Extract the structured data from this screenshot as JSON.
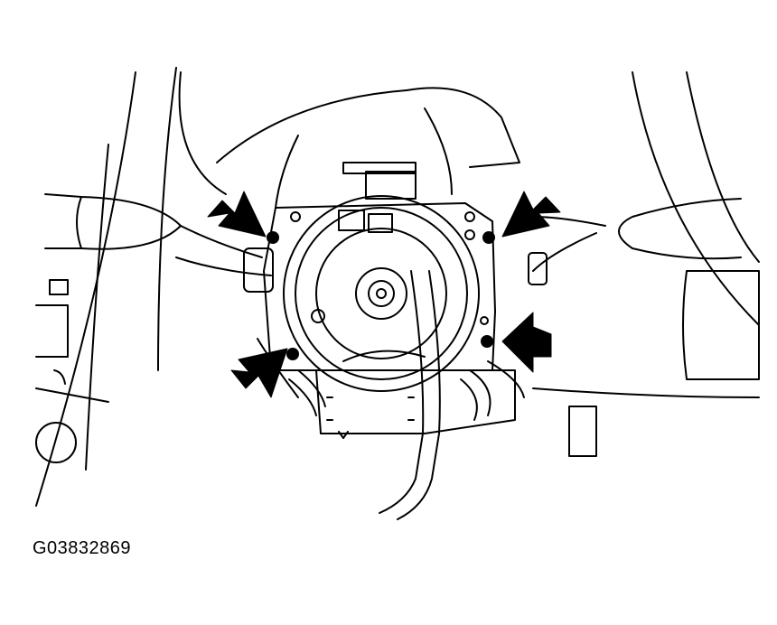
{
  "figure": {
    "id_label": "G03832869",
    "line_color": "#000000",
    "background": "#ffffff",
    "callouts": [
      {
        "name": "arrow-upper-left",
        "points_to": "screw-upper-left"
      },
      {
        "name": "arrow-upper-right",
        "points_to": "screw-upper-right"
      },
      {
        "name": "arrow-lower-left",
        "points_to": "screw-lower-left"
      },
      {
        "name": "arrow-lower-right",
        "points_to": "screw-lower-right"
      }
    ]
  }
}
